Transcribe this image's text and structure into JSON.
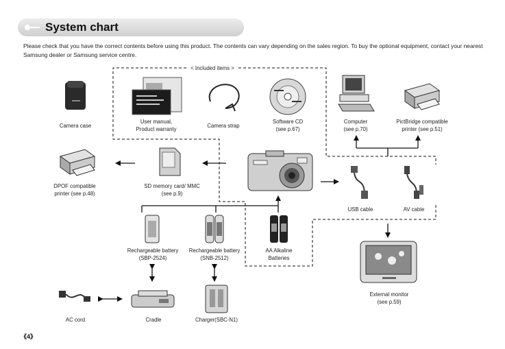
{
  "header": {
    "title": "System chart"
  },
  "intro_text": "Please check that you have the correct contents before using this product. The contents can vary depending on the sales region. To buy the optional equipment, contact your nearest Samsung dealer or Samsung service centre.",
  "included_label": "< Included items >",
  "items": {
    "camera_case": {
      "line1": "Camera case"
    },
    "user_manual": {
      "line1": "User manual,",
      "line2": "Product warranty"
    },
    "camera_strap": {
      "line1": "Camera strap"
    },
    "software_cd": {
      "line1": "Software CD",
      "line2": "(see p.67)"
    },
    "computer": {
      "line1": "Computer",
      "line2": "(see p.70)"
    },
    "pictbridge_printer": {
      "line1": "PictBridge compatible",
      "line2": "printer (see p.51)"
    },
    "dpof_printer": {
      "line1": "DPOF compatible",
      "line2": "printer (see p.48)"
    },
    "sd_card": {
      "line1": "SD memory card/ MMC",
      "line2": "(see p.9)"
    },
    "usb_cable": {
      "line1": "USB cable"
    },
    "av_cable": {
      "line1": "AV cable"
    },
    "rech_battery_1": {
      "line1": "Rechargeable battery",
      "line2": "(SBP-2524)"
    },
    "rech_battery_2": {
      "line1": "Rechargeable battery",
      "line2": "(SNB-2512)"
    },
    "aa_batteries": {
      "line1": "AA Alkaline",
      "line2": "Batteries"
    },
    "external_monitor": {
      "line1": "External monitor",
      "line2": "(see p.59)"
    },
    "ac_cord": {
      "line1": "AC cord"
    },
    "cradle": {
      "line1": "Cradle"
    },
    "charger": {
      "line1": "Charger(SBC-N1)"
    }
  },
  "page_number": "《4》"
}
